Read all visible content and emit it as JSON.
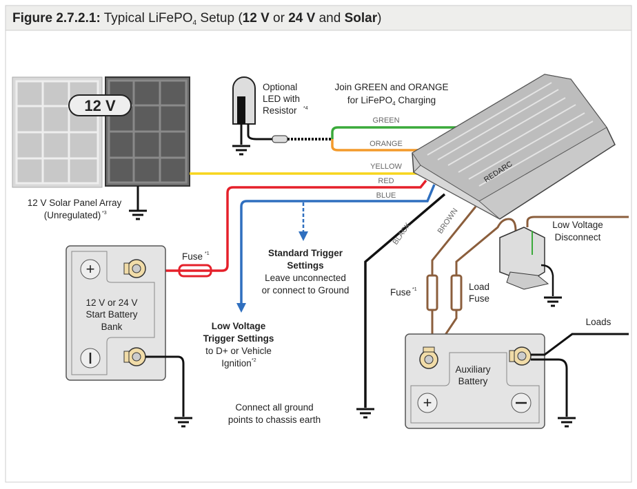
{
  "title": {
    "prefix": "Figure 2.7.2.1:",
    "main": "Typical LiFePO",
    "sub": "4",
    "after": "Setup (",
    "v12": "12 V",
    "or": "or",
    "v24": "24 V",
    "and": "and",
    "solar": "Solar",
    ")": ")"
  },
  "solar": {
    "badge": "12 V",
    "label1": "12 V Solar Panel Array",
    "label2": "(Unregulated)",
    "sup": "*3"
  },
  "led": {
    "l1": "Optional",
    "l2": "LED with",
    "l3": "Resistor",
    "sup": "*4"
  },
  "join": {
    "l1": "Join GREEN and ORANGE",
    "l2a": "for LiFePO",
    "l2sub": "4",
    "l2b": "Charging"
  },
  "wires": {
    "green": "GREEN",
    "orange": "ORANGE",
    "yellow": "YELLOW",
    "red": "RED",
    "blue": "BLUE",
    "black": "BLACK",
    "brown": "BROWN"
  },
  "device": {
    "brand": "REDARC"
  },
  "start_battery": {
    "l1": "12 V or 24 V",
    "l2": "Start Battery",
    "l3": "Bank",
    "fuse": "Fuse",
    "fuse_sup": "*1"
  },
  "standard_trigger": {
    "t1": "Standard Trigger",
    "t2": "Settings",
    "d1": "Leave unconnected",
    "d2": "or connect to Ground"
  },
  "lv_trigger": {
    "t1": "Low Voltage",
    "t2": "Trigger Settings",
    "d1": "to D+ or Vehicle",
    "d2": "Ignition",
    "sup": "*2"
  },
  "ground_note": {
    "l1": "Connect all ground",
    "l2": "points to chassis earth"
  },
  "lvd": {
    "l1": "Low Voltage",
    "l2": "Disconnect"
  },
  "aux": {
    "fuse": "Fuse",
    "fuse_sup": "*1",
    "load1": "Load",
    "load2": "Fuse",
    "l1": "Auxiliary",
    "l2": "Battery",
    "loads": "Loads"
  },
  "colors": {
    "green": "#3aaa3a",
    "orange": "#f39a2b",
    "yellow": "#f7d51d",
    "red": "#e5202a",
    "blue": "#2f6fbf",
    "brown": "#8b5e3c",
    "black": "#111111",
    "terminal": "#f1dca8"
  }
}
